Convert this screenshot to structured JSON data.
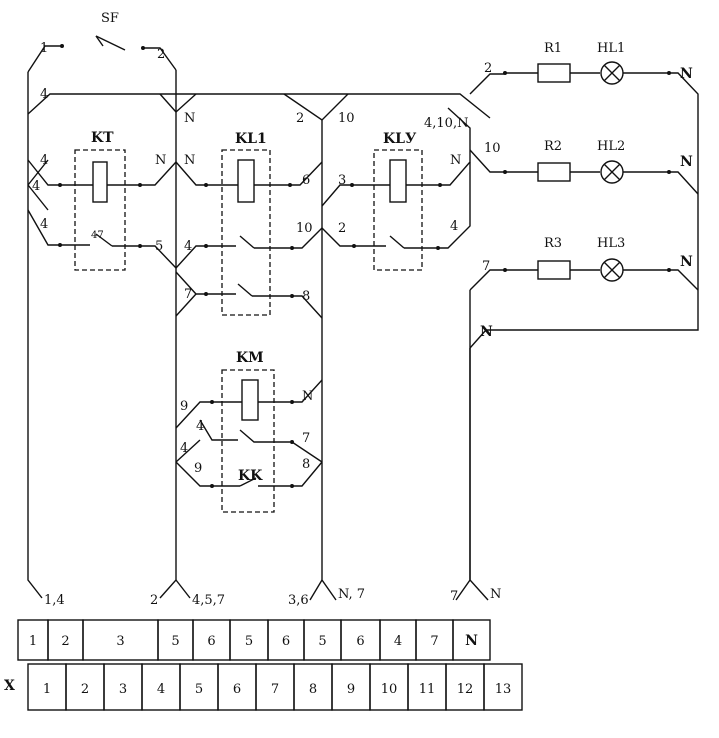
{
  "switch": {
    "name": "SF",
    "left": "1",
    "right": "2"
  },
  "relays": {
    "kt": "KT",
    "kl1": "KL1",
    "kly": "KLУ",
    "km": "KM",
    "kk": "KK"
  },
  "lamps": [
    {
      "wire": "2",
      "resistor": "R1",
      "lamp": "HL1",
      "n": "N"
    },
    {
      "wire": "10",
      "resistor": "R2",
      "lamp": "HL2",
      "n": "N"
    },
    {
      "wire": "7",
      "resistor": "R3",
      "lamp": "HL3",
      "n": "N"
    }
  ],
  "wires": {
    "w4a": "4",
    "w4b": "4",
    "w4c": "4",
    "w4d": "4",
    "w5": "5",
    "nKt": "N",
    "w47": "47",
    "nTop": "N",
    "w2top": "2",
    "w10top": "10",
    "w410n": "4,10,N",
    "nKl1": "N",
    "w6": "6",
    "w3": "3",
    "nKly": "N",
    "w4kl": "4",
    "w10kl": "10",
    "w2kl": "2",
    "w4kly": "4",
    "w7kl": "7",
    "w8kl": "8",
    "w9km": "9",
    "nKm": "N",
    "w4km": "4",
    "w7km": "7",
    "w4kk": "4",
    "w9kk": "9",
    "w8kk": "8",
    "nBus": "N"
  },
  "bundles": [
    "1,4",
    "2",
    "4,5,7",
    "3,6",
    "N, 7",
    "7",
    "N"
  ],
  "upper_row": [
    "1",
    "2",
    "3",
    "5",
    "6",
    "5",
    "6",
    "5",
    "6",
    "4",
    "7",
    "N"
  ],
  "terminal_label": "X",
  "terminals": [
    "1",
    "2",
    "3",
    "4",
    "5",
    "6",
    "7",
    "8",
    "9",
    "10",
    "11",
    "12",
    "13"
  ]
}
